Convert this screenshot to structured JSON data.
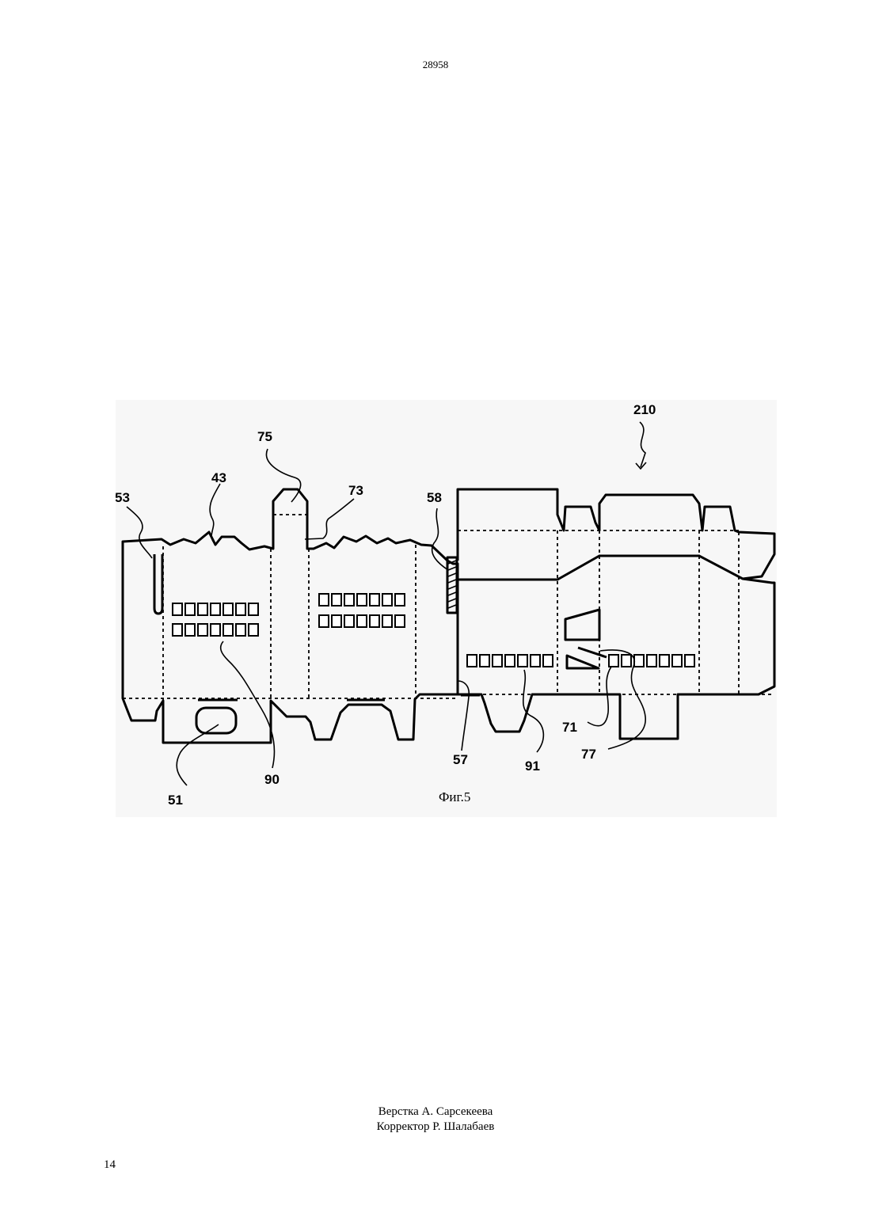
{
  "header": {
    "document_number": "28958"
  },
  "figure": {
    "caption": "Фиг.5",
    "reference_numerals": [
      "210",
      "75",
      "43",
      "73",
      "53",
      "58",
      "57",
      "91",
      "71",
      "77",
      "90",
      "51"
    ]
  },
  "footer": {
    "layout_credit": "Верстка А. Сарсекеева",
    "proofreader_credit": "Корректор Р. Шалабаев",
    "page_number": "14"
  }
}
